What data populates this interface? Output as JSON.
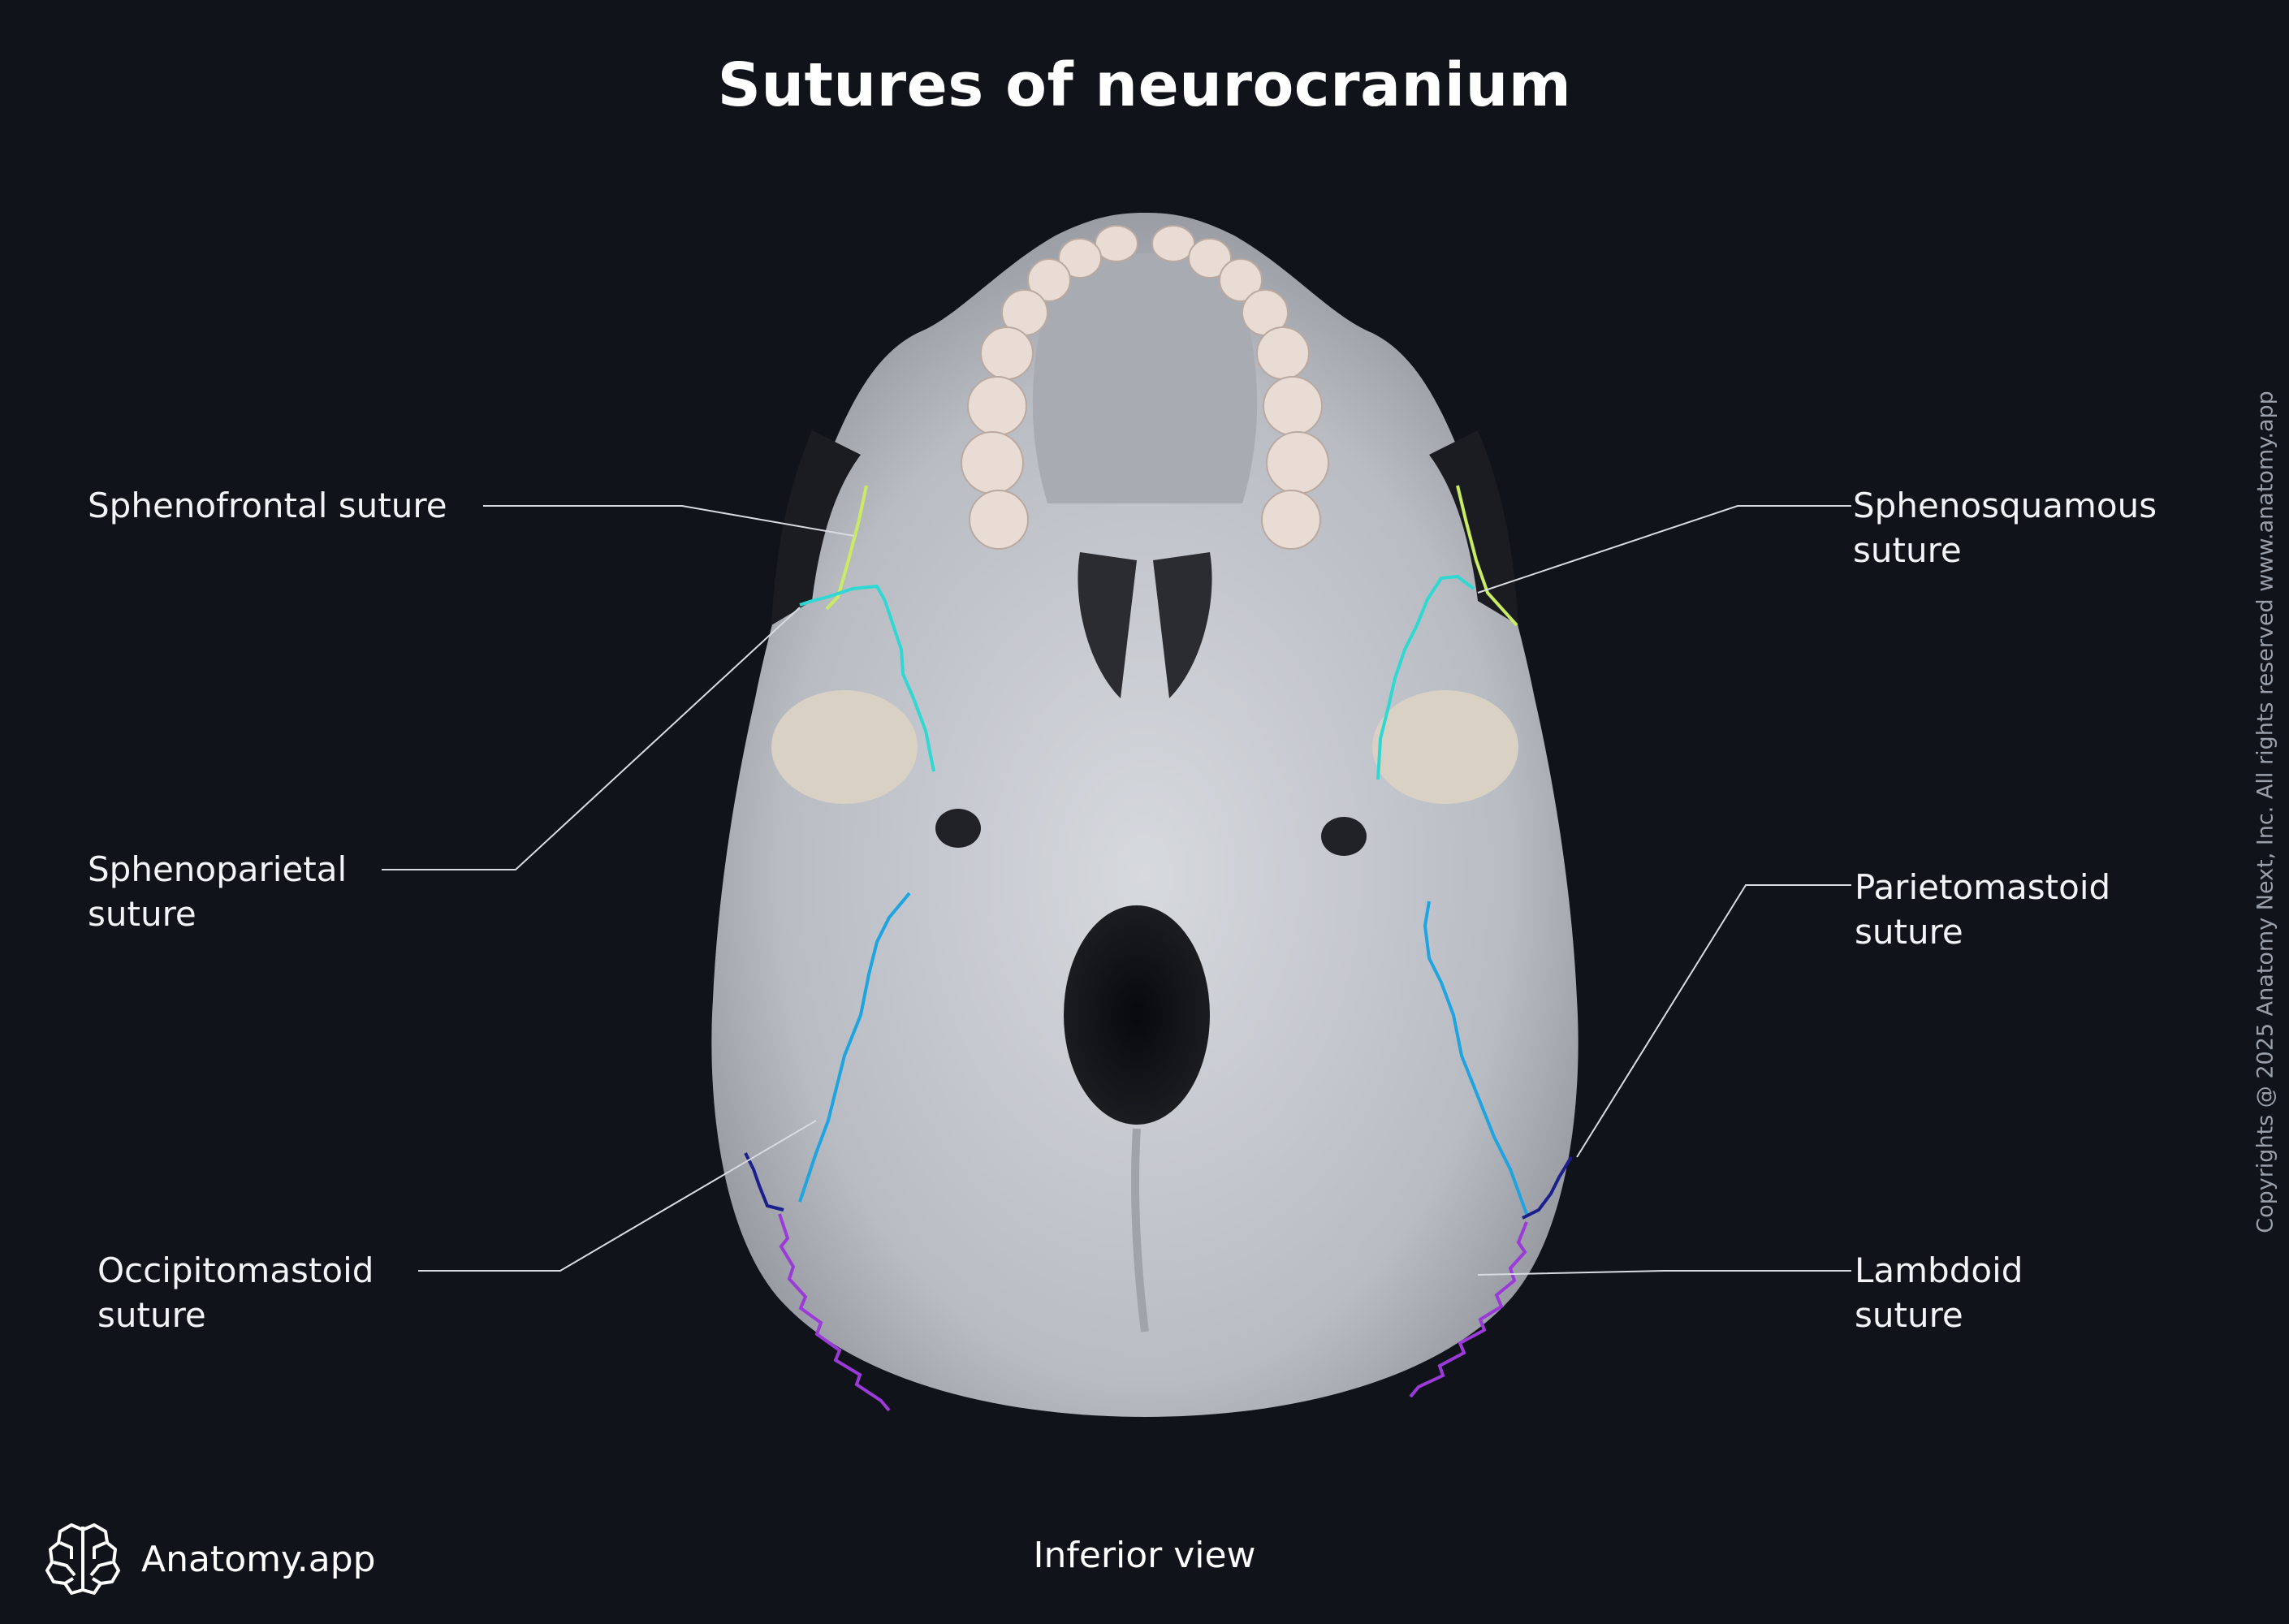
{
  "title": "Sutures of neurocranium",
  "view": "Inferior view",
  "brand": {
    "name": "Anatomy.app",
    "icon": "brain-icon"
  },
  "copyright": "Copyrights @ 2025 Anatomy Next, Inc. All rights reserved www.anatomy.app",
  "labels": {
    "sphenofrontal": {
      "lines": [
        "Sphenofrontal suture"
      ],
      "color": "#c9ec63"
    },
    "sphenosquamous": {
      "lines": [
        "Sphenosquamous",
        "suture"
      ],
      "color": "#b5ee6c"
    },
    "sphenoparietal": {
      "lines": [
        "Sphenoparietal",
        "suture"
      ],
      "color": "#2fd8d2"
    },
    "parietomastoid": {
      "lines": [
        "Parietomastoid",
        "suture"
      ],
      "color": "#1a1f8c"
    },
    "occipitomastoid": {
      "lines": [
        "Occipitomastoid",
        "suture"
      ],
      "color": "#1ea4e0"
    },
    "lambdoid": {
      "lines": [
        "Lambdoid",
        "suture"
      ],
      "color": "#9b3ad8"
    }
  },
  "colors": {
    "background": "#10131a",
    "bone": "#c9ccd2",
    "leader": "#d8dbe0"
  }
}
